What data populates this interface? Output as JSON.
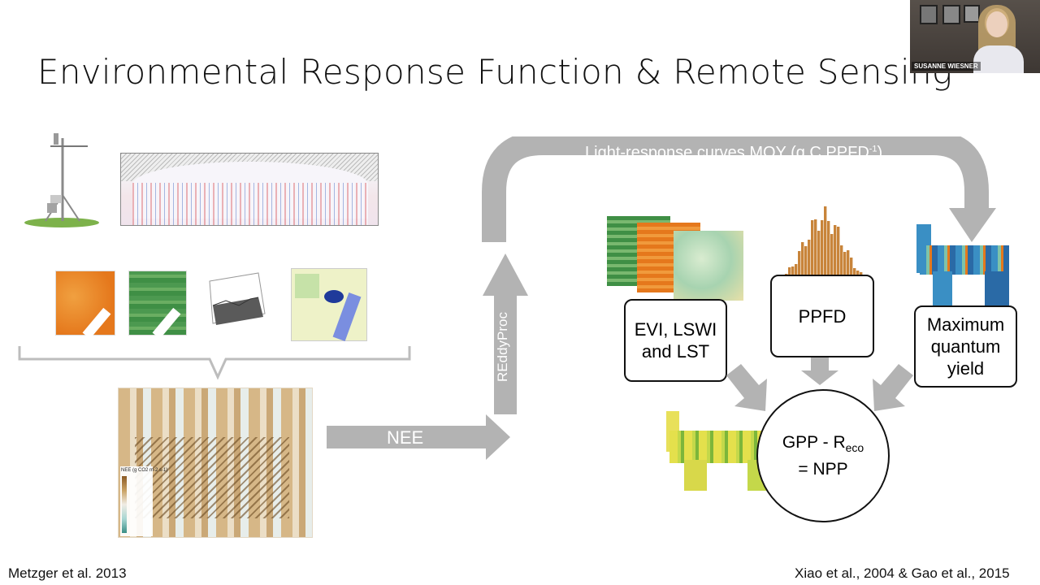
{
  "slide": {
    "title": "Environmental Response Function & Remote Sensing",
    "left_citation": "Metzger et al. 2013",
    "right_citation": "Xiao et al., 2004 & Gao et al., 2015"
  },
  "arrows": {
    "nee_label": "NEE",
    "reddyproc_label": "REddyProc",
    "mqy_label": "Light-response curves MQY (g C PPFD",
    "mqy_superscript": "-1",
    "mqy_close": ")"
  },
  "boxes": {
    "evi": "EVI, LSWI and LST",
    "ppfd": "PPFD",
    "mqy": "Maximum quantum yield"
  },
  "circle": {
    "gpp": "GPP - R",
    "gpp_sub": "eco",
    "npp": "= NPP"
  },
  "webcam": {
    "name": "SUSANNE WIESNER"
  },
  "colors": {
    "arrow_gray": "#b3b3b3",
    "orange": "#e8832a",
    "green": "#4f9a4f",
    "ppfd_bars": "#c8843a"
  }
}
